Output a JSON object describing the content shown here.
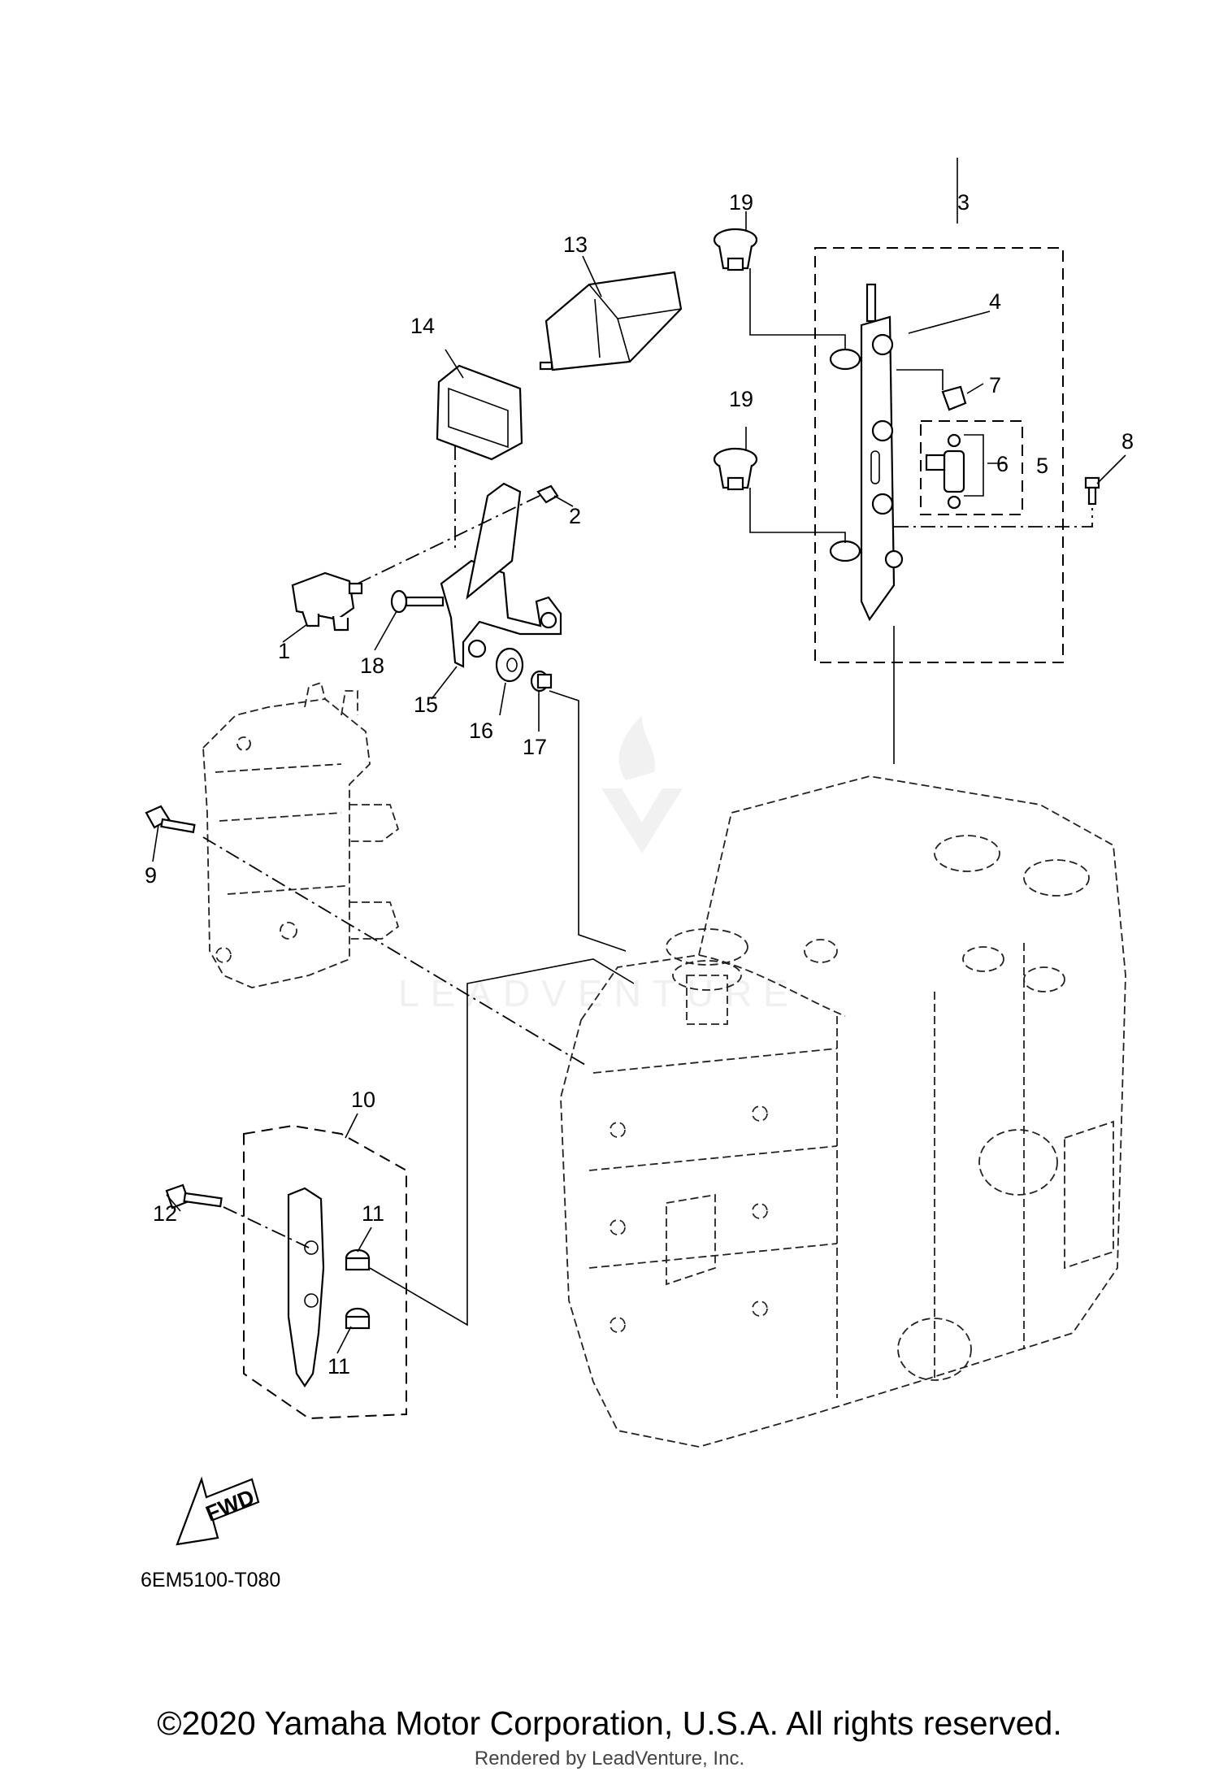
{
  "diagram": {
    "callouts": [
      "1",
      "2",
      "3",
      "4",
      "5",
      "6",
      "7",
      "8",
      "9",
      "10",
      "11",
      "11",
      "12",
      "13",
      "14",
      "15",
      "16",
      "17",
      "18",
      "19",
      "19"
    ],
    "fwd_label": "FWD",
    "drawing_code": "6EM5100-T080",
    "watermark": "LEADVENTURE"
  },
  "footer": {
    "copyright": "©2020 Yamaha Motor Corporation, U.S.A. All rights reserved.",
    "rendered_by": "Rendered by LeadVenture, Inc."
  }
}
